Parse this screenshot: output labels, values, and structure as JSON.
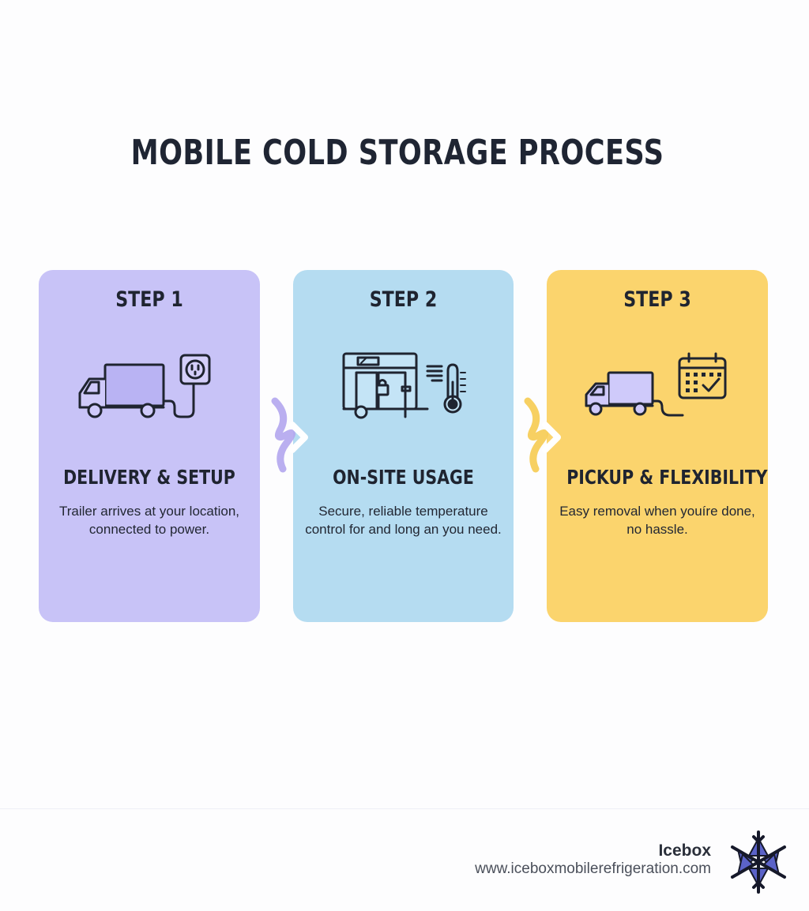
{
  "title": "MOBILE COLD STORAGE PROCESS",
  "steps": [
    {
      "label": "STEP 1",
      "heading": "DELIVERY & SETUP",
      "description": "Trailer arrives at your location, connected to power.",
      "icon": "truck-plug-icon",
      "color": "#c8c3f7"
    },
    {
      "label": "STEP 2",
      "heading": "ON-SITE USAGE",
      "description": "Secure, reliable temperature control for and long an you need.",
      "icon": "trailer-lock-thermometer-icon",
      "color": "#b5dcf1"
    },
    {
      "label": "STEP 3",
      "heading": "PICKUP & FLEXIBILITY",
      "description": "Easy removal when youíre done, no hassle.",
      "icon": "truck-calendar-icon",
      "color": "#fbd46d"
    }
  ],
  "footer": {
    "brand": "Icebox",
    "url": "www.iceboxmobilerefrigeration.com",
    "logo_icon": "snowflake-logo-icon"
  }
}
